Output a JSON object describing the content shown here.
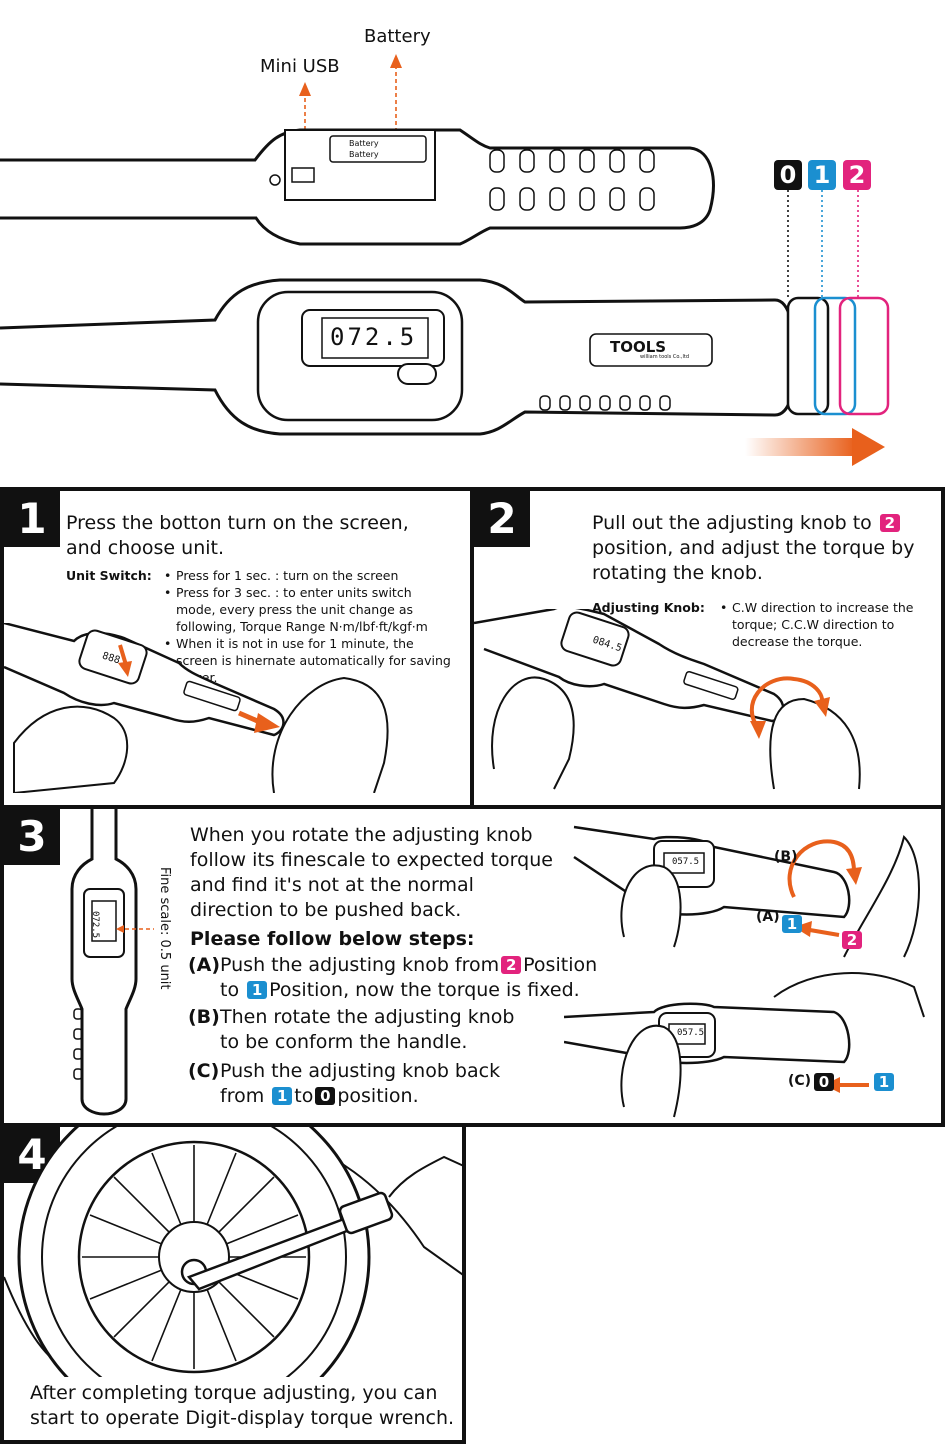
{
  "top": {
    "mini_usb_label": "Mini USB",
    "battery_label": "Battery",
    "battery_text_1": "Battery",
    "battery_text_2": "Battery",
    "display_value": "072.5",
    "brand": "TOOLS",
    "brand_sub": "william tools Co.,ltd",
    "positions": [
      "0",
      "1",
      "2"
    ]
  },
  "step1": {
    "number": "1",
    "title_line1": "Press the botton turn on the screen,",
    "title_line2": "and choose unit.",
    "unit_switch_label": "Unit Switch:",
    "bullets": [
      "Press for 1 sec. : turn on the screen",
      "Press for 3 sec. : to enter units switch mode, every press the unit change as following, Torque Range N·m/lbf·ft/kgf·m",
      "When it is not in use for 1 minute, the screen is hinernate automatically for saving power."
    ],
    "display_value": "888"
  },
  "step2": {
    "number": "2",
    "title_pre": "Pull out the adjusting knob to",
    "title_badge": "2",
    "title_post": "position, and adjust the torque by rotating the knob.",
    "knob_label": "Adjusting Knob:",
    "knob_text": "C.W direction to increase the torque; C.C.W direction to decrease the torque.",
    "display_value": "084.5"
  },
  "step3": {
    "number": "3",
    "intro": "When you rotate the adjusting knob follow its finescale to expected torque and find it's not at the normal direction to be pushed back.",
    "follow_label": "Please follow below steps:",
    "fine_scale": "Fine scale: 0.5 unit",
    "display_value": "072.5",
    "a_label": "(A)",
    "a_pre": "Push the adjusting knob from",
    "a_badge1": "2",
    "a_mid": "Position to",
    "a_badge2": "1",
    "a_post": "Position, now the torque is fixed.",
    "b_label": "(B)",
    "b_text": "Then rotate the adjusting knob to be conform the handle.",
    "c_label": "(C)",
    "c_pre": "Push the adjusting knob back from",
    "c_badge1": "1",
    "c_mid": "to",
    "c_badge2": "0",
    "c_post": "position.",
    "illus_display1": "057.5",
    "illus_display2": "057.5",
    "illus_b": "(B)",
    "illus_a": "(A)",
    "illus_a_from": "2",
    "illus_a_to": "1",
    "illus_c": "(C)",
    "illus_c_from": "1",
    "illus_c_to": "0"
  },
  "step4": {
    "number": "4",
    "text_line1": "After completing torque adjusting, you can",
    "text_line2": "start to operate Digit-display torque wrench."
  },
  "colors": {
    "orange": "#e8601c",
    "blue": "#1b8fd0",
    "pink": "#e2237d",
    "black": "#111111"
  }
}
